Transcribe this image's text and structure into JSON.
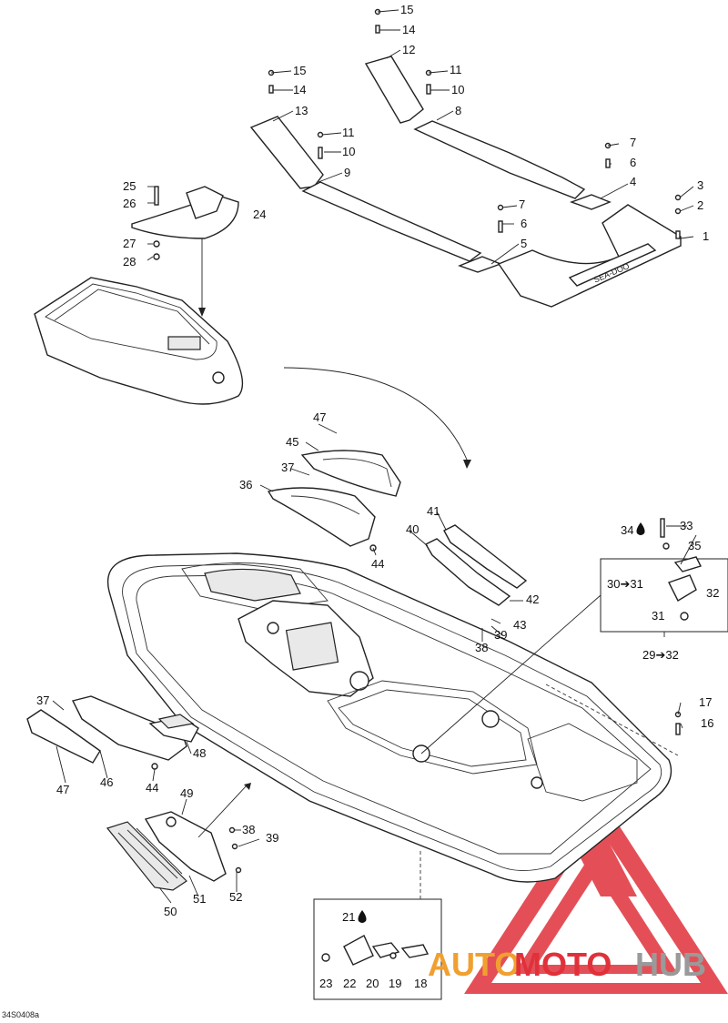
{
  "diagram": {
    "reference_code": "34S0408a",
    "callouts": [
      {
        "id": "c1",
        "label": "1"
      },
      {
        "id": "c2",
        "label": "2"
      },
      {
        "id": "c3",
        "label": "3"
      },
      {
        "id": "c4",
        "label": "4"
      },
      {
        "id": "c5",
        "label": "5"
      },
      {
        "id": "c6a",
        "label": "6"
      },
      {
        "id": "c6b",
        "label": "6"
      },
      {
        "id": "c7a",
        "label": "7"
      },
      {
        "id": "c7b",
        "label": "7"
      },
      {
        "id": "c8",
        "label": "8"
      },
      {
        "id": "c9",
        "label": "9"
      },
      {
        "id": "c10a",
        "label": "10"
      },
      {
        "id": "c10b",
        "label": "10"
      },
      {
        "id": "c11a",
        "label": "11"
      },
      {
        "id": "c11b",
        "label": "11"
      },
      {
        "id": "c12",
        "label": "12"
      },
      {
        "id": "c13",
        "label": "13"
      },
      {
        "id": "c14a",
        "label": "14"
      },
      {
        "id": "c14b",
        "label": "14"
      },
      {
        "id": "c15a",
        "label": "15"
      },
      {
        "id": "c15b",
        "label": "15"
      },
      {
        "id": "c16",
        "label": "16"
      },
      {
        "id": "c17",
        "label": "17"
      },
      {
        "id": "c18",
        "label": "18"
      },
      {
        "id": "c19",
        "label": "19"
      },
      {
        "id": "c20",
        "label": "20"
      },
      {
        "id": "c21",
        "label": "21"
      },
      {
        "id": "c22",
        "label": "22"
      },
      {
        "id": "c23",
        "label": "23"
      },
      {
        "id": "c24",
        "label": "24"
      },
      {
        "id": "c25",
        "label": "25"
      },
      {
        "id": "c26",
        "label": "26"
      },
      {
        "id": "c27",
        "label": "27"
      },
      {
        "id": "c28",
        "label": "28"
      },
      {
        "id": "c29",
        "label": "29➔32"
      },
      {
        "id": "c30",
        "label": "30➔31"
      },
      {
        "id": "c31",
        "label": "31"
      },
      {
        "id": "c32",
        "label": "32"
      },
      {
        "id": "c33",
        "label": "33"
      },
      {
        "id": "c34",
        "label": "34"
      },
      {
        "id": "c35",
        "label": "35"
      },
      {
        "id": "c36a",
        "label": "36"
      },
      {
        "id": "c37a",
        "label": "37"
      },
      {
        "id": "c37b",
        "label": "37"
      },
      {
        "id": "c38a",
        "label": "38"
      },
      {
        "id": "c38b",
        "label": "38"
      },
      {
        "id": "c39a",
        "label": "39"
      },
      {
        "id": "c39b",
        "label": "39"
      },
      {
        "id": "c40",
        "label": "40"
      },
      {
        "id": "c41",
        "label": "41"
      },
      {
        "id": "c42",
        "label": "42"
      },
      {
        "id": "c43",
        "label": "43"
      },
      {
        "id": "c44a",
        "label": "44"
      },
      {
        "id": "c44b",
        "label": "44"
      },
      {
        "id": "c45",
        "label": "45"
      },
      {
        "id": "c46",
        "label": "46"
      },
      {
        "id": "c47a",
        "label": "47"
      },
      {
        "id": "c47b",
        "label": "47"
      },
      {
        "id": "c48",
        "label": "48"
      },
      {
        "id": "c49",
        "label": "49"
      },
      {
        "id": "c50",
        "label": "50"
      },
      {
        "id": "c51",
        "label": "51"
      },
      {
        "id": "c52",
        "label": "52"
      }
    ],
    "mat_logo_text": "SEA-DOO"
  },
  "watermark": {
    "brand_part1": "AUTO",
    "brand_part2": "MOTO",
    "brand_part3": "HUB",
    "color_red": "#e0313a",
    "color_orange": "#f0a030",
    "color_grey": "#9a9a9a"
  }
}
